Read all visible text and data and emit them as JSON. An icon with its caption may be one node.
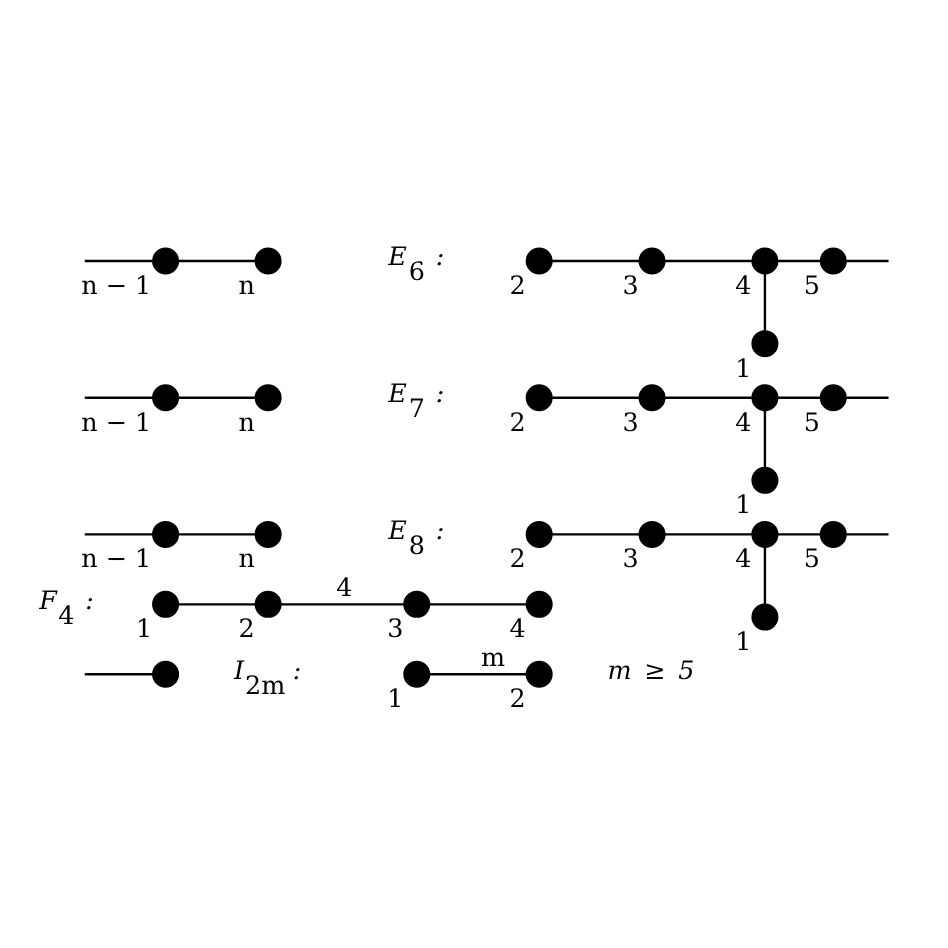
{
  "diagram": {
    "nodes": [
      {
        "text": [],
        "shape": "circle",
        "beside": [
          "n − 1"
        ]
      },
      {
        "text": [],
        "shape": "circle",
        "beside": [
          "n"
        ]
      },
      {
        "text": [],
        "shape": "circle",
        "beside": [
          "1"
        ]
      },
      {
        "text": [],
        "shape": "circle",
        "beside": [
          "2"
        ]
      },
      {
        "text": [],
        "shape": "circle",
        "beside": [
          "3"
        ]
      },
      {
        "text": [],
        "shape": "circle",
        "beside": [
          "4"
        ]
      },
      {
        "text": [],
        "shape": "circle",
        "beside": [
          "5"
        ]
      },
      {
        "text": [],
        "shape": "circle",
        "beside": [
          "n − 1"
        ]
      },
      {
        "text": [],
        "shape": "circle",
        "beside": [
          "n"
        ]
      },
      {
        "text": [],
        "shape": "circle",
        "beside": [
          "1"
        ]
      },
      {
        "text": [],
        "shape": "circle",
        "beside": [
          "2"
        ]
      },
      {
        "text": [],
        "shape": "circle",
        "beside": [
          "3"
        ]
      },
      {
        "text": [],
        "shape": "circle",
        "beside": [
          "4"
        ]
      },
      {
        "text": [],
        "shape": "circle",
        "beside": [
          "5"
        ]
      },
      {
        "text": [],
        "shape": "circle",
        "beside": [
          "n − 1"
        ]
      },
      {
        "text": [],
        "shape": "circle",
        "beside": [
          "n"
        ]
      },
      {
        "text": [],
        "shape": "circle",
        "beside": [
          "1"
        ]
      },
      {
        "text": [],
        "shape": "circle",
        "beside": [
          "2"
        ]
      },
      {
        "text": [],
        "shape": "circle",
        "beside": [
          "3"
        ]
      },
      {
        "text": [],
        "shape": "circle",
        "beside": [
          "4"
        ]
      },
      {
        "text": [],
        "shape": "circle",
        "beside": [
          "5"
        ]
      },
      {
        "text": [],
        "shape": "circle",
        "beside": [
          "1"
        ]
      },
      {
        "text": [],
        "shape": "circle",
        "beside": [
          "2"
        ]
      },
      {
        "text": [],
        "shape": "circle",
        "beside": [
          "3"
        ]
      },
      {
        "text": [],
        "shape": "circle",
        "beside": [
          "4"
        ]
      },
      {
        "text": [],
        "shape": "circle"
      },
      {
        "text": [],
        "shape": "circle",
        "beside": [
          "1"
        ]
      },
      {
        "text": [],
        "shape": "circle",
        "beside": [
          "2"
        ]
      }
    ],
    "edges": [
      {
        "from": null,
        "to": 0,
        "arrow": "none"
      },
      {
        "from": 0,
        "to": 1,
        "arrow": "none"
      },
      {
        "from": 5,
        "to": 2,
        "arrow": "none"
      },
      {
        "from": 3,
        "to": 4,
        "arrow": "none"
      },
      {
        "from": 4,
        "to": 5,
        "arrow": "none"
      },
      {
        "from": 5,
        "to": 6,
        "arrow": "none"
      },
      {
        "from": 6,
        "to": null,
        "arrow": "none"
      },
      {
        "from": null,
        "to": 7,
        "arrow": "none"
      },
      {
        "from": 7,
        "to": 8,
        "arrow": "none"
      },
      {
        "from": 12,
        "to": 9,
        "arrow": "none"
      },
      {
        "from": 10,
        "to": 11,
        "arrow": "none"
      },
      {
        "from": 11,
        "to": 12,
        "arrow": "none"
      },
      {
        "from": 12,
        "to": 13,
        "arrow": "none"
      },
      {
        "from": 13,
        "to": null,
        "arrow": "none"
      },
      {
        "from": null,
        "to": 14,
        "arrow": "none"
      },
      {
        "from": 14,
        "to": 15,
        "arrow": "none"
      },
      {
        "from": 19,
        "to": 16,
        "arrow": "none"
      },
      {
        "from": 17,
        "to": 18,
        "arrow": "none"
      },
      {
        "from": 18,
        "to": 19,
        "arrow": "none"
      },
      {
        "from": 19,
        "to": 20,
        "arrow": "none"
      },
      {
        "from": 20,
        "to": null,
        "arrow": "none"
      },
      {
        "from": 21,
        "to": 22,
        "arrow": "none"
      },
      {
        "from": 22,
        "to": 23,
        "label": "4",
        "arrow": "none"
      },
      {
        "from": 23,
        "to": 24,
        "arrow": "none"
      },
      {
        "from": null,
        "to": 25,
        "arrow": "none"
      },
      {
        "from": 26,
        "to": 27,
        "label": "m",
        "arrow": "none"
      }
    ],
    "labels": [
      "E$_{6}$ :",
      "E$_{7}$ :",
      "E$_{8}$ :",
      "F$_{4}$ :",
      "I$_{2m}$ :",
      "m ≥ 5"
    ]
  }
}
